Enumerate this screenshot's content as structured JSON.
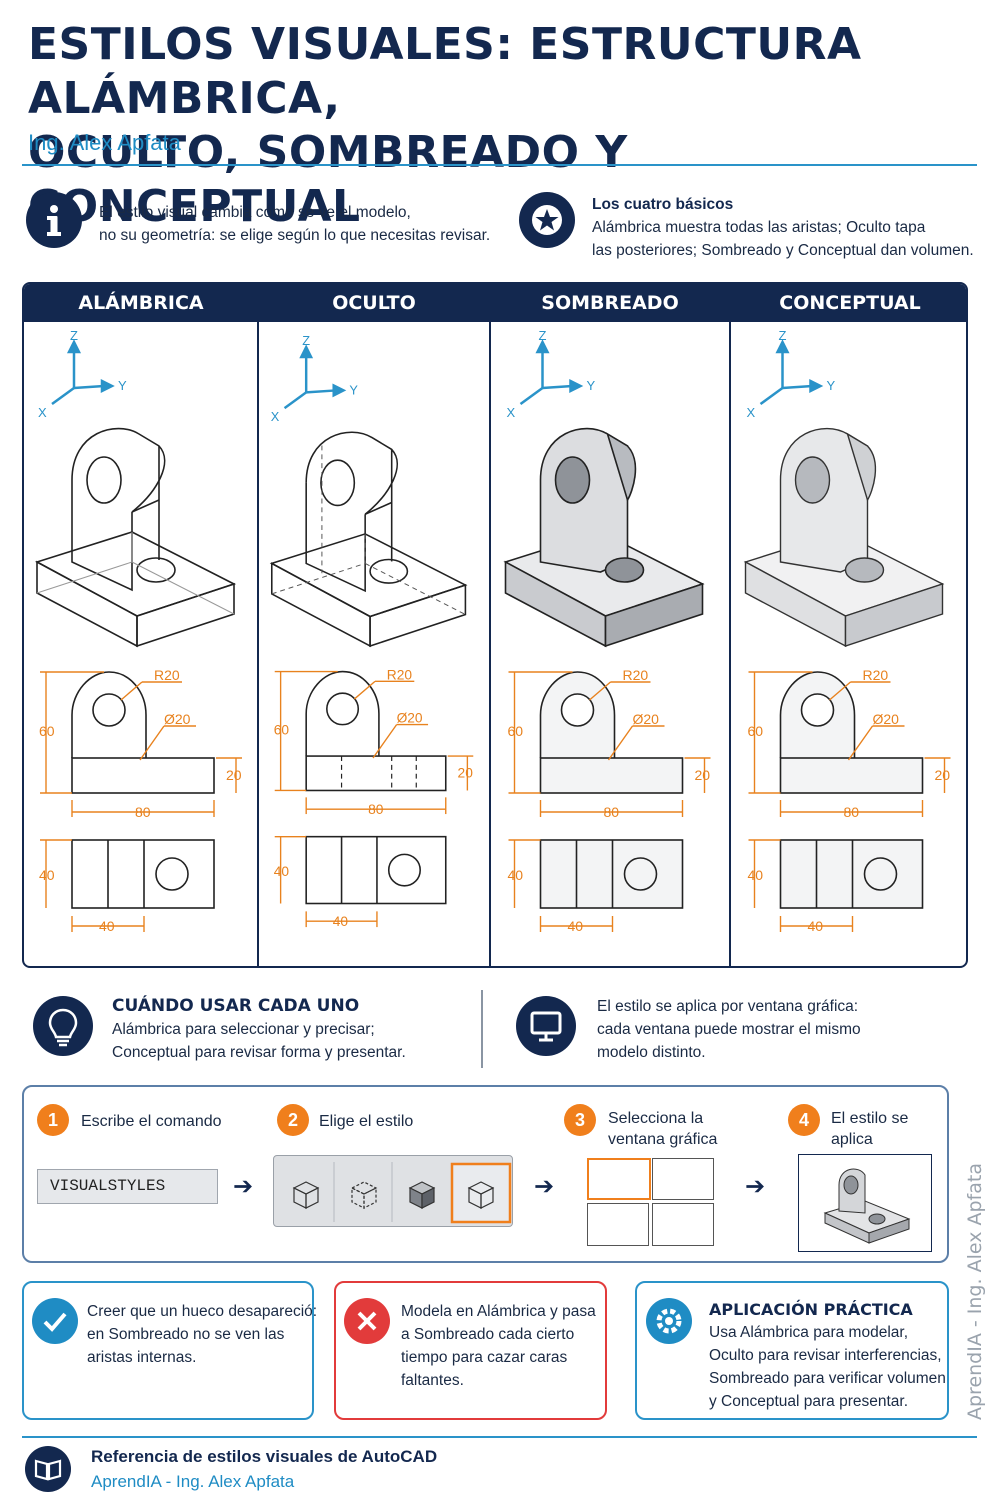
{
  "header": {
    "title_line1": "ESTILOS VISUALES: ESTRUCTURA ALÁMBRICA,",
    "title_line2": "OCULTO, SOMBREADO Y CONCEPTUAL",
    "author": "Ing. Alex Apfata"
  },
  "intro": {
    "left_line1": "El estilo visual cambia cómo se ve el modelo,",
    "left_line2": "no su geometría: se elige según lo que necesitas revisar.",
    "right_head": "Los cuatro básicos",
    "right_line1": "Alámbrica muestra todas las aristas; Oculto tapa",
    "right_line2": "las posteriores; Sombreado y Conceptual dan volumen."
  },
  "columns": [
    {
      "title": "ALÁMBRICA"
    },
    {
      "title": "OCULTO"
    },
    {
      "title": "SOMBREADO"
    },
    {
      "title": "CONCEPTUAL"
    }
  ],
  "axes": {
    "z": "Z",
    "y": "Y",
    "x": "X"
  },
  "dims": {
    "r": "R20",
    "d": "Ø20",
    "h": "60",
    "t": "20",
    "w": "80",
    "depth": "40",
    "half": "40"
  },
  "when": {
    "head": "CUÁNDO USAR CADA UNO",
    "line1": "Alámbrica para seleccionar y precisar;",
    "line2": "Conceptual para revisar forma y presentar."
  },
  "viewport": {
    "line1": "El estilo se aplica por ventana gráfica:",
    "line2": "cada ventana puede mostrar el mismo",
    "line3": "modelo distinto."
  },
  "steps": [
    {
      "num": "1",
      "label1": "Escribe el comando",
      "label2": ""
    },
    {
      "num": "2",
      "label1": "Elige el estilo",
      "label2": ""
    },
    {
      "num": "3",
      "label1": "Selecciona la",
      "label2": "ventana gráfica"
    },
    {
      "num": "4",
      "label1": "El estilo se",
      "label2": "aplica"
    }
  ],
  "command": "VISUALSTYLES",
  "cards": {
    "ok": {
      "line1": "Creer que un hueco desapareció:",
      "line2": "en Sombreado no se ven las",
      "line3": "aristas internas."
    },
    "bad": {
      "line1": "Modela en Alámbrica y pasa",
      "line2": "a Sombreado cada cierto",
      "line3": "tiempo para cazar caras",
      "line4": "faltantes."
    },
    "tip": {
      "head": "APLICACIÓN PRÁCTICA",
      "line1": "Usa Alámbrica para modelar,",
      "line2": "Oculto para revisar interferencias,",
      "line3": "Sombreado para verificar volumen",
      "line4": "y Conceptual para presentar."
    }
  },
  "footer": {
    "title": "Referencia de estilos visuales de AutoCAD",
    "sub": "AprendIA - Ing. Alex Apfata"
  },
  "side_text": "AprendIA - Ing. Alex Apfata",
  "colors": {
    "navy": "#13284f",
    "blue": "#1f8cc4",
    "orange": "#f07f1c",
    "green": "#1f8cc4",
    "red": "#e23b3b",
    "dim": "#e8821e"
  }
}
